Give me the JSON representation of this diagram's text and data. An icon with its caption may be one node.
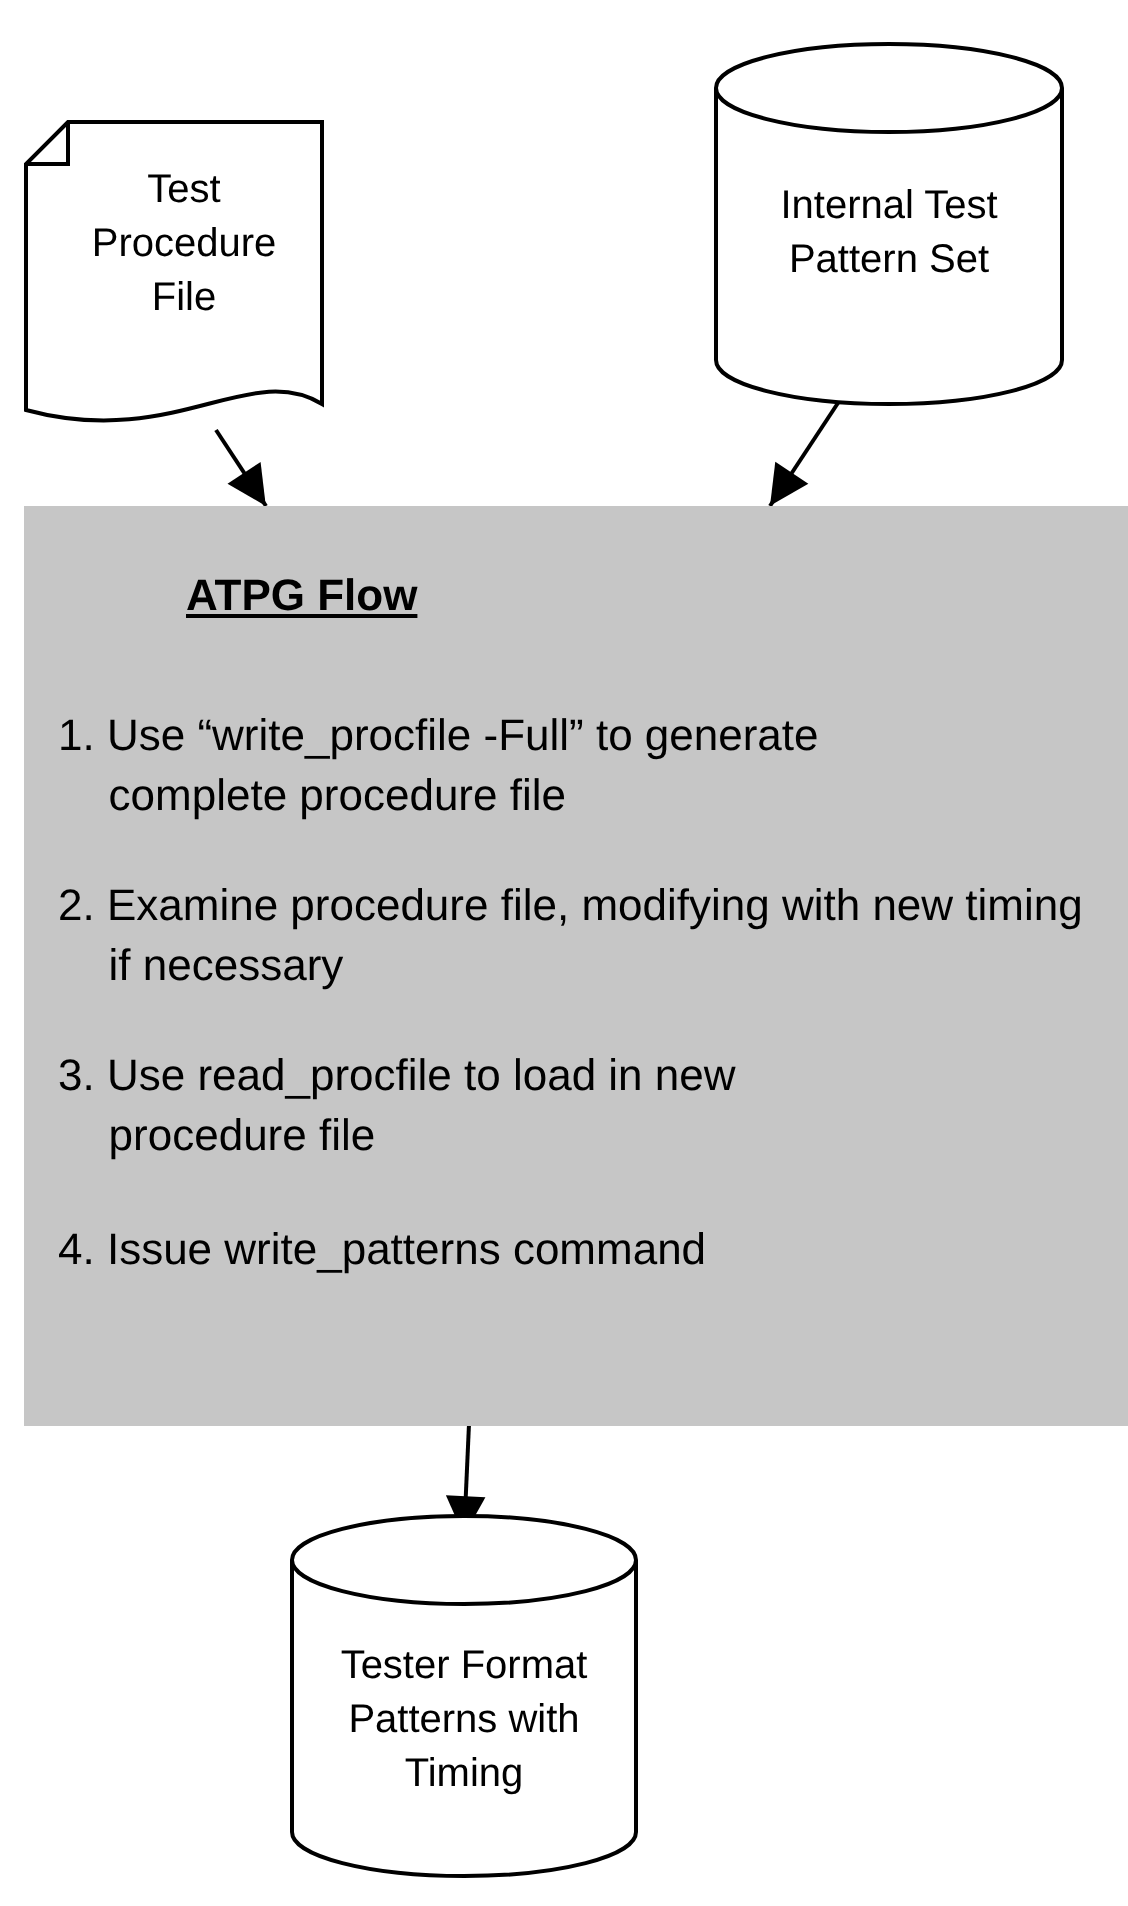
{
  "diagram": {
    "nodes": [
      {
        "text": [
          "Test Procedure File"
        ]
      },
      {
        "text": [
          "Internal Test Pattern Set"
        ]
      },
      {
        "text": [
          "ATPG Flow",
          "1. Use “write_procfile -Full” to generate complete procedure file",
          "2. Examine procedure file, modifying with new timing if necessary",
          "3. Use read_procfile to load in new procedure file",
          "4. Issue write_patterns command"
        ]
      },
      {
        "text": [
          "Tester Format Patterns with Timing"
        ]
      }
    ],
    "edges": [
      {
        "from": 0,
        "to": 2,
        "arrow": "to"
      },
      {
        "from": 1,
        "to": 2,
        "arrow": "to"
      },
      {
        "from": 2,
        "to": 3,
        "arrow": "to"
      }
    ]
  }
}
